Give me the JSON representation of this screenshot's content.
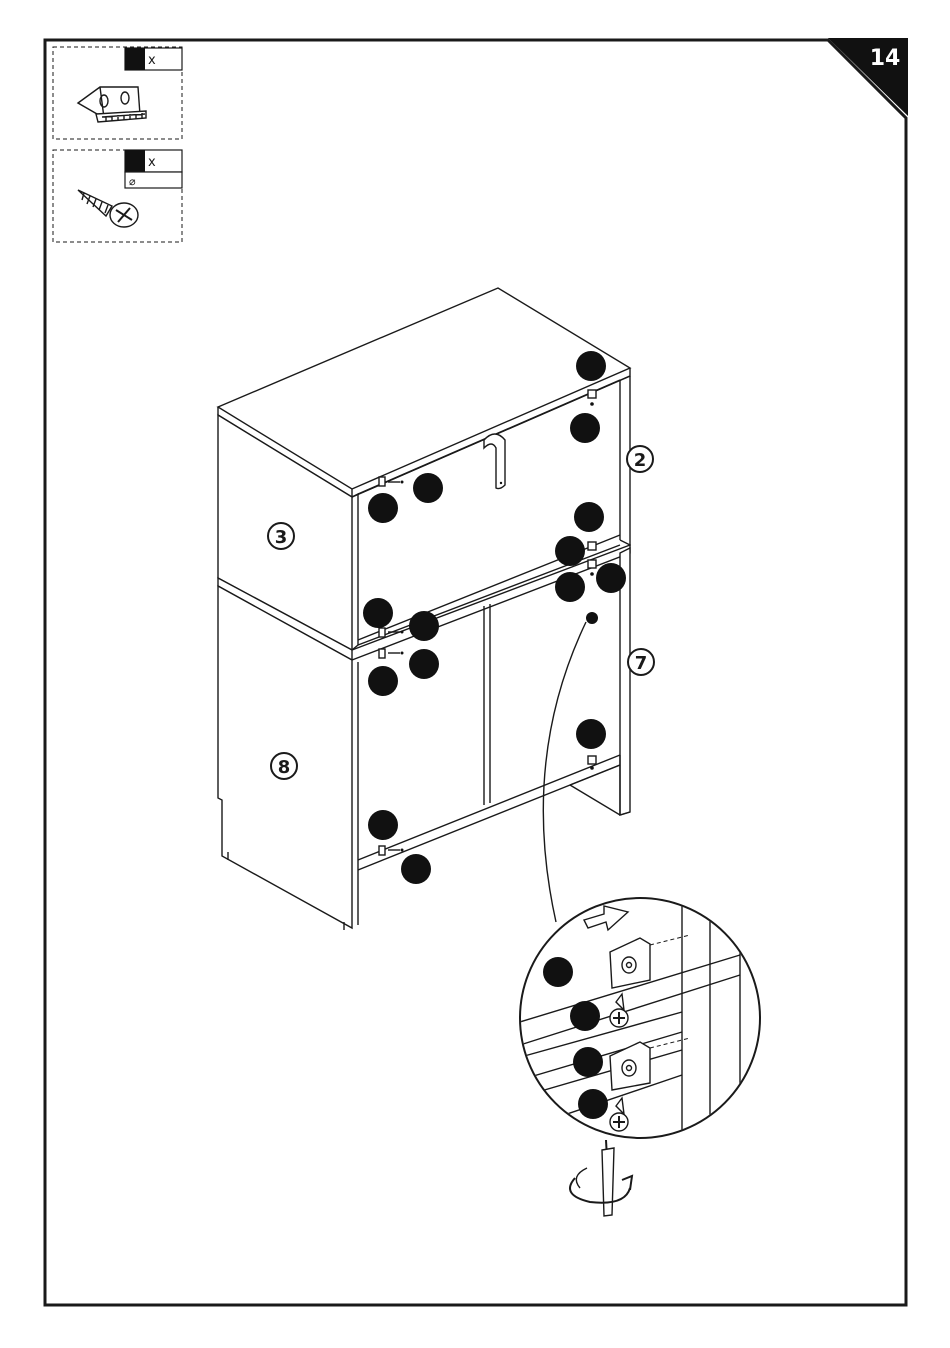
{
  "step_number": "14",
  "parts_box_1": {
    "qty_symbol": "x",
    "icon": "corner-bracket-icon"
  },
  "parts_box_2": {
    "qty_symbol": "x",
    "diameter_symbol": "⌀",
    "icon": "wood-screw-icon"
  },
  "part_labels": {
    "p2": "2",
    "p3": "3",
    "p7": "7",
    "p8": "8"
  },
  "callout_count": 20,
  "colors": {
    "ink": "#1a1a1a",
    "callout": "#111111",
    "paper": "#ffffff"
  }
}
